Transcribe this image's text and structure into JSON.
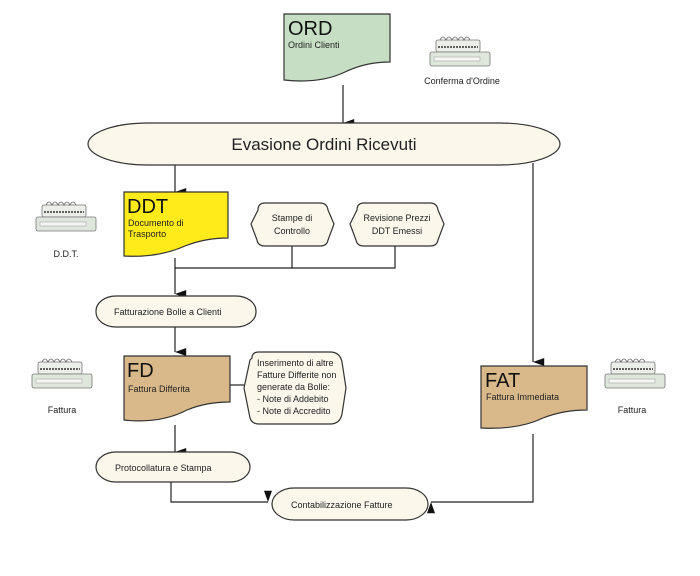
{
  "documents": {
    "ord": {
      "code": "ORD",
      "subtitle": "Ordini Clienti",
      "color": "#c6dfc4"
    },
    "ddt": {
      "code": "DDT",
      "subtitle_line1": "Documento di",
      "subtitle_line2": "Trasporto",
      "color": "#ffeb1a"
    },
    "fd": {
      "code": "FD",
      "subtitle": "Fattura Differita",
      "color": "#d9b98a"
    },
    "fat": {
      "code": "FAT",
      "subtitle": "Fattura Immediata",
      "color": "#d9b98a"
    }
  },
  "processes": {
    "evasione": "Evasione Ordini Ricevuti",
    "stampe_line1": "Stampe di",
    "stampe_line2": "Controllo",
    "revisione_line1": "Revisione Prezzi",
    "revisione_line2": "DDT Emessi",
    "fatturazione": "Fatturazione Bolle a Clienti",
    "inserimento_lines": [
      "Inserimento di altre",
      "Fatture Differite non",
      "generate da Bolle:",
      "- Note di Addebito",
      "- Note di Accredito"
    ],
    "protocollatura": "Protocollatura e Stampa",
    "contabilizzazione": "Contabilizzazione Fatture"
  },
  "printers": {
    "conferma": "Conferma d'Ordine",
    "ddt": "D.D.T.",
    "fattura_left": "Fattura",
    "fattura_right": "Fattura"
  },
  "colors": {
    "terminal_fill": "#fbf7ea",
    "line": "#222222"
  }
}
